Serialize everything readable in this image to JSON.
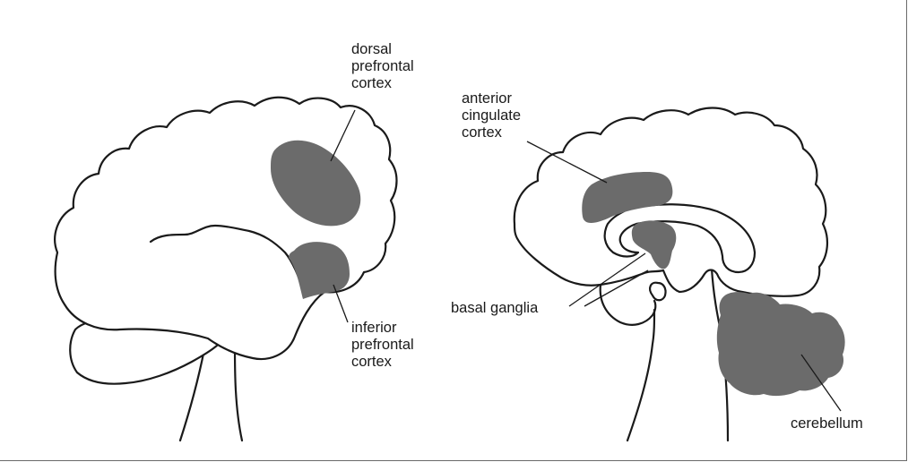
{
  "colors": {
    "region_fill": "#6b6b6b",
    "outline": "#1a1a1a",
    "background": "#ffffff"
  },
  "lateral_view": {
    "labels": {
      "dorsal_prefrontal": [
        "dorsal",
        "prefrontal",
        "cortex"
      ],
      "inferior_prefrontal": [
        "inferior",
        "prefrontal",
        "cortex"
      ]
    }
  },
  "medial_view": {
    "labels": {
      "anterior_cingulate": [
        "anterior",
        "cingulate",
        "cortex"
      ],
      "basal_ganglia": [
        "basal ganglia"
      ],
      "cerebellum": [
        "cerebellum"
      ]
    }
  }
}
